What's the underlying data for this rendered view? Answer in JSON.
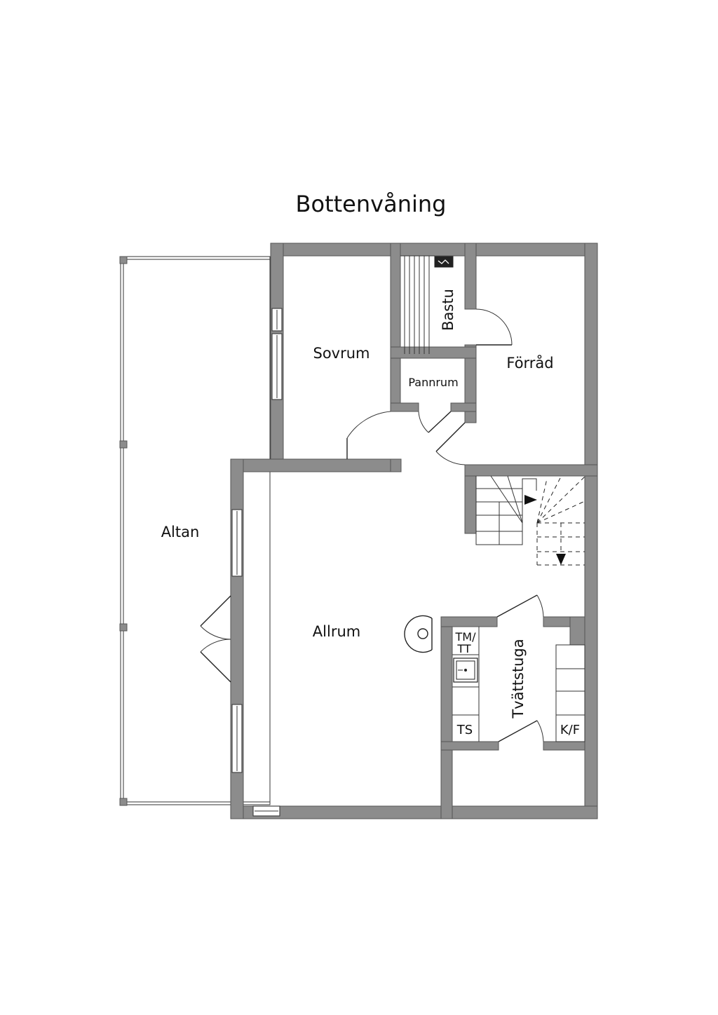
{
  "title": "Bottenvåning",
  "rooms": {
    "sovrum": "Sovrum",
    "bastu": "Bastu",
    "forrad": "Förråd",
    "pannrum": "Pannrum",
    "altan": "Altan",
    "allrum": "Allrum",
    "tvattstuga": "Tvättstuga"
  },
  "appliances": {
    "tm_tt_line1": "TM/",
    "tm_tt_line2": "TT",
    "ts": "TS",
    "kf": "K/F"
  },
  "colors": {
    "wall": "#8c8c8c",
    "line": "#222222",
    "background": "#ffffff"
  }
}
